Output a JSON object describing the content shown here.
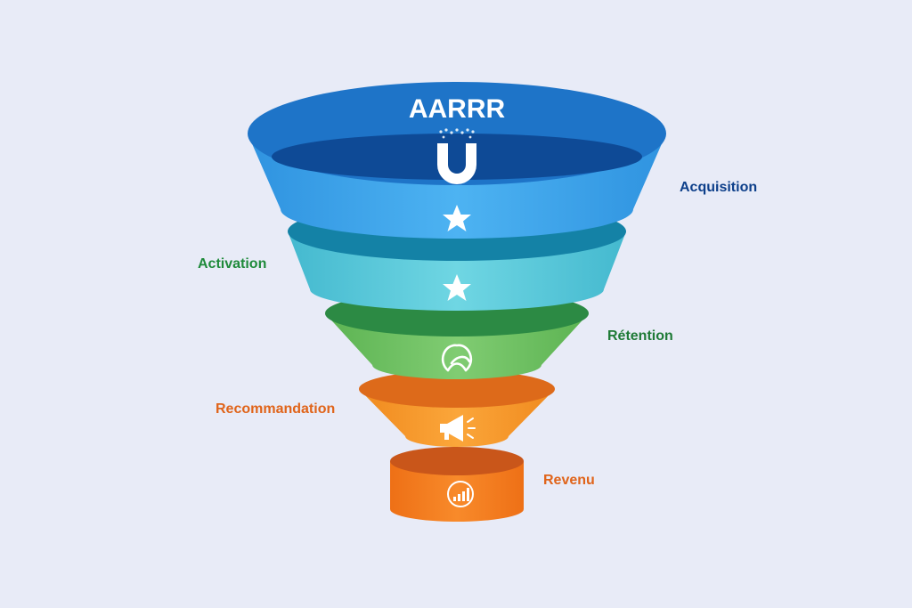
{
  "title": "AARRR",
  "stages": [
    {
      "label": "Acquisition",
      "icon": "magnet-icon",
      "color": "#0d3f8a"
    },
    {
      "label": "Activation",
      "icon": "star-icon",
      "color": "#1e8a3a"
    },
    {
      "label": "Rétention",
      "icon": "loop-icon",
      "color": "#1e7a36"
    },
    {
      "label": "Recommandation",
      "icon": "megaphone-icon",
      "color": "#e0641a"
    },
    {
      "label": "Revenu",
      "icon": "bar-chart-icon",
      "color": "#e0641a"
    }
  ],
  "colors": {
    "background": "#e8ebf7",
    "acquisition": "#3aa6ea",
    "activation": "#5ccbdc",
    "retention": "#6cc062",
    "recommandation": "#f7952a",
    "revenu": "#f27a1e"
  }
}
